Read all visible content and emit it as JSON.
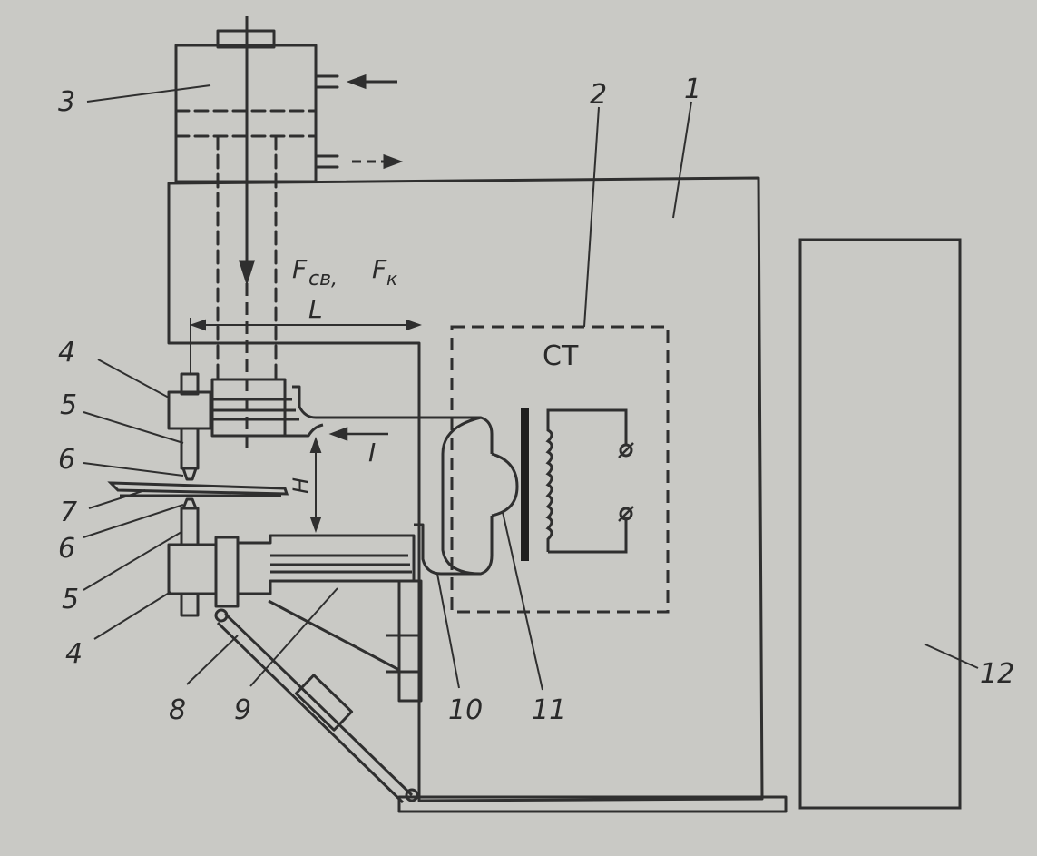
{
  "labels": {
    "n1": "1",
    "n2": "2",
    "n3": "3",
    "n4_top": "4",
    "n5_top": "5",
    "n6_top": "6",
    "n7": "7",
    "n6_bot": "6",
    "n5_bot": "5",
    "n4_bot": "4",
    "n8": "8",
    "n9": "9",
    "n10": "10",
    "n11": "11",
    "n12": "12"
  },
  "symbols": {
    "force_weld": "F",
    "force_weld_sub": "св,",
    "force_clamp": "F",
    "force_clamp_sub": "к",
    "length": "L",
    "height": "H",
    "current": "I",
    "transformer": "СТ"
  },
  "colors": {
    "paper": "#c9c9c5",
    "ink": "#2f2f2f",
    "core": "#1e1e1e"
  }
}
